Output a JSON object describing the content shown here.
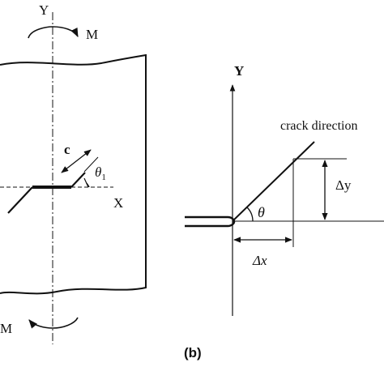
{
  "panel_a": {
    "axis_y_label": "Y",
    "axis_x_label": "X",
    "moment_top_label": "M",
    "moment_bottom_label": "M",
    "crack_length_label": "c",
    "angle_label_symbol": "θ",
    "angle_label_subscript": "1"
  },
  "panel_b": {
    "axis_y_label": "Y",
    "direction_label": "crack direction",
    "angle_label": "θ",
    "dy_label": "Δy",
    "dx_label": "Δx",
    "caption": "(b)"
  }
}
